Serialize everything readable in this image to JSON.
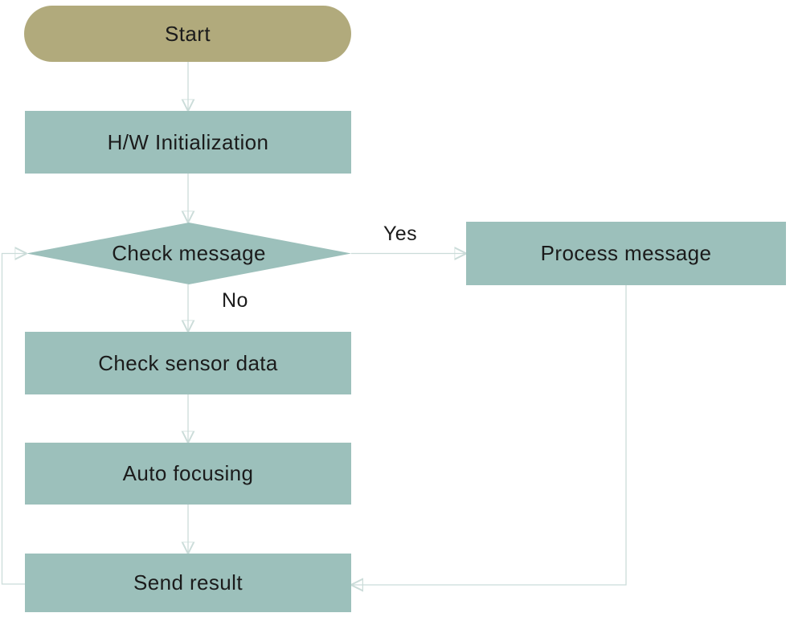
{
  "diagram": {
    "type": "flowchart",
    "background": "#ffffff",
    "colors": {
      "terminator_fill": "#b1aa7c",
      "process_fill": "#9cc0bb",
      "connector_line": "#cbdcd9",
      "arrowhead": "#8db5af",
      "text": "#1b1b1b"
    },
    "nodes": {
      "start": {
        "label": "Start",
        "shape": "terminator"
      },
      "hw_init": {
        "label": "H/W Initialization",
        "shape": "process"
      },
      "check_message": {
        "label": "Check message",
        "shape": "decision"
      },
      "process_message": {
        "label": "Process message",
        "shape": "process"
      },
      "check_sensor": {
        "label": "Check sensor data",
        "shape": "process"
      },
      "auto_focus": {
        "label": "Auto focusing",
        "shape": "process"
      },
      "send_result": {
        "label": "Send result",
        "shape": "process"
      }
    },
    "edges": [
      {
        "from": "start",
        "to": "hw_init",
        "label": ""
      },
      {
        "from": "hw_init",
        "to": "check_message",
        "label": ""
      },
      {
        "from": "check_message",
        "to": "process_message",
        "label": "Yes"
      },
      {
        "from": "check_message",
        "to": "check_sensor",
        "label": "No"
      },
      {
        "from": "check_sensor",
        "to": "auto_focus",
        "label": ""
      },
      {
        "from": "auto_focus",
        "to": "send_result",
        "label": ""
      },
      {
        "from": "process_message",
        "to": "send_result",
        "label": ""
      },
      {
        "from": "send_result",
        "to": "check_message",
        "label": ""
      }
    ]
  }
}
